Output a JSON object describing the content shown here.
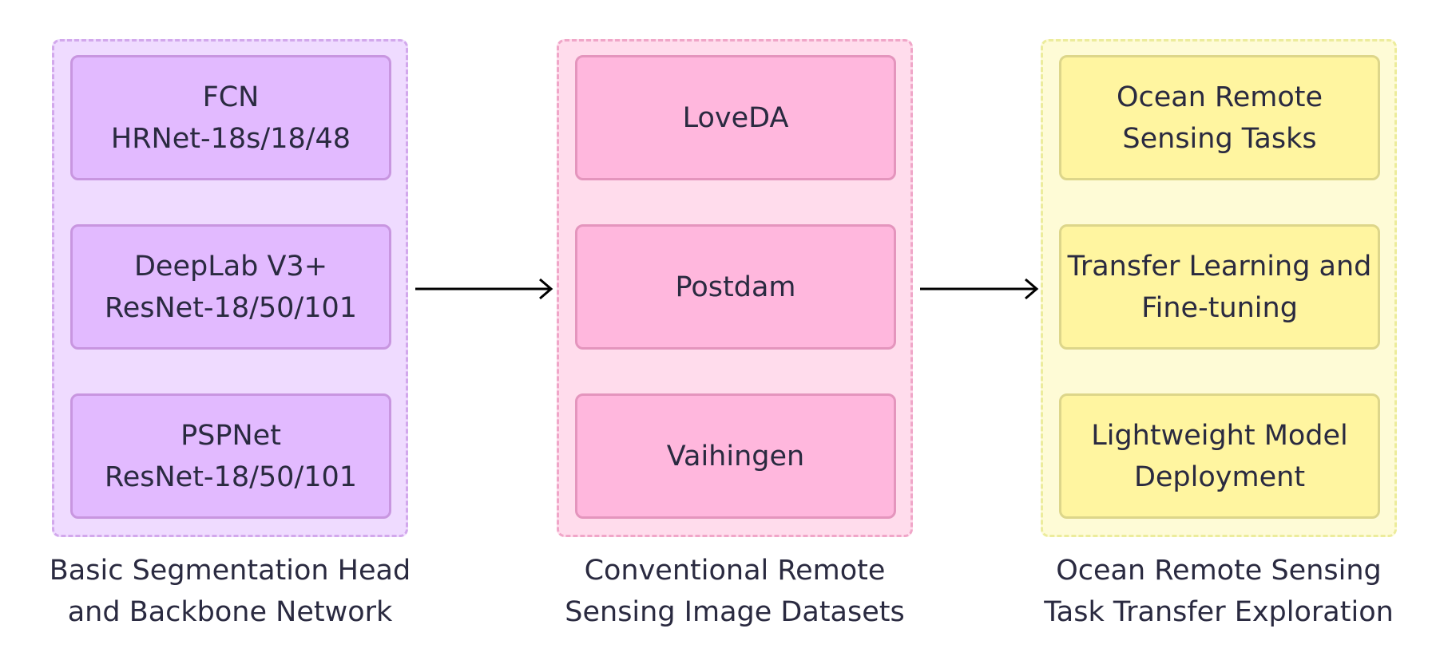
{
  "groups": [
    {
      "caption_line1": "Basic Segmentation Head",
      "caption_line2": "and Backbone Network",
      "nodes": [
        {
          "line1": "FCN",
          "line2": "HRNet-18s/18/48"
        },
        {
          "line1": "DeepLab V3+",
          "line2": "ResNet-18/50/101"
        },
        {
          "line1": "PSPNet",
          "line2": "ResNet-18/50/101"
        }
      ]
    },
    {
      "caption_line1": "Conventional Remote",
      "caption_line2": "Sensing Image Datasets",
      "nodes": [
        {
          "line1": "LoveDA"
        },
        {
          "line1": "Postdam"
        },
        {
          "line1": "Vaihingen"
        }
      ]
    },
    {
      "caption_line1": "Ocean Remote Sensing",
      "caption_line2": "Task Transfer Exploration",
      "nodes": [
        {
          "line1": "Ocean Remote",
          "line2": "Sensing Tasks"
        },
        {
          "line1": "Transfer Learning and",
          "line2": "Fine-tuning"
        },
        {
          "line1": "Lightweight Model",
          "line2": "Deployment"
        }
      ]
    }
  ],
  "colors": {
    "group1_fill": "#efdbff",
    "group2_fill": "#ffdcec",
    "group3_fill": "#fefbd6",
    "node1_fill": "#e2baff",
    "node2_fill": "#ffb7dd",
    "node3_fill": "#fff5a0",
    "arrow": "#000000"
  }
}
